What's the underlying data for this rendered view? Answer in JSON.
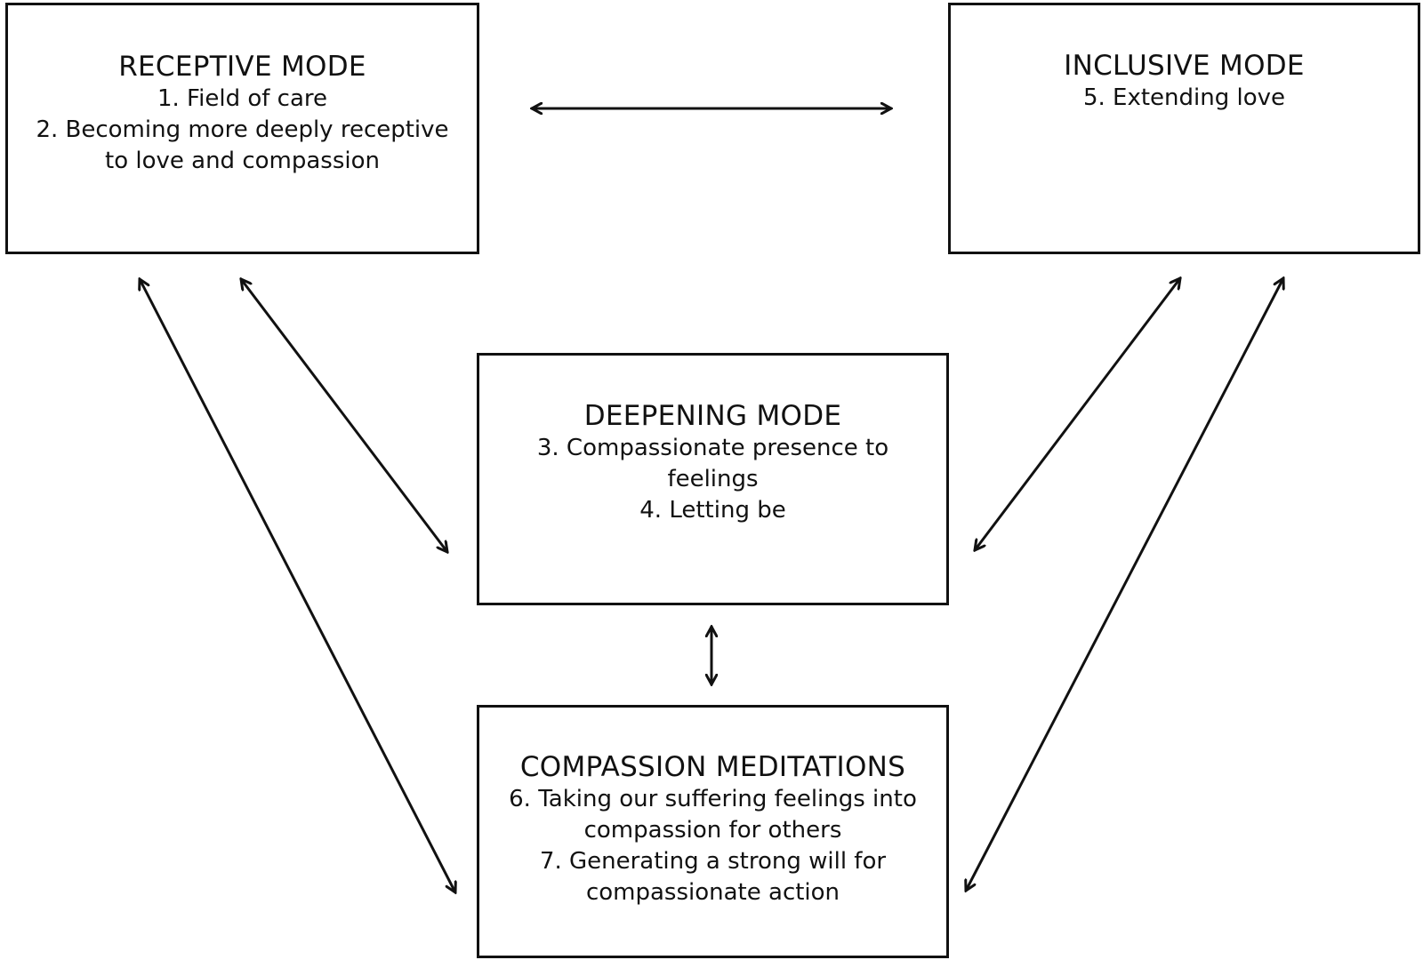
{
  "diagram": {
    "receptive": {
      "title": "RECEPTIVE MODE",
      "lines": [
        "1. Field of care",
        "2. Becoming more deeply receptive",
        "to love and compassion"
      ]
    },
    "inclusive": {
      "title": "INCLUSIVE MODE",
      "lines": [
        "5. Extending love"
      ]
    },
    "deepening": {
      "title": "DEEPENING MODE",
      "lines": [
        "3. Compassionate presence to",
        "feelings",
        "4. Letting be"
      ]
    },
    "compassion": {
      "title": "COMPASSION MEDITATIONS",
      "lines": [
        "6. Taking our suffering feelings into",
        "compassion for others",
        "7. Generating a strong will for",
        "compassionate action"
      ]
    },
    "connections": [
      {
        "from": "receptive",
        "to": "inclusive",
        "direction": "bidirectional"
      },
      {
        "from": "receptive",
        "to": "deepening",
        "direction": "bidirectional"
      },
      {
        "from": "receptive",
        "to": "compassion",
        "direction": "bidirectional"
      },
      {
        "from": "inclusive",
        "to": "deepening",
        "direction": "bidirectional"
      },
      {
        "from": "inclusive",
        "to": "compassion",
        "direction": "bidirectional"
      },
      {
        "from": "deepening",
        "to": "compassion",
        "direction": "bidirectional"
      }
    ],
    "colors": {
      "stroke": "#111111",
      "background": "#ffffff"
    }
  }
}
